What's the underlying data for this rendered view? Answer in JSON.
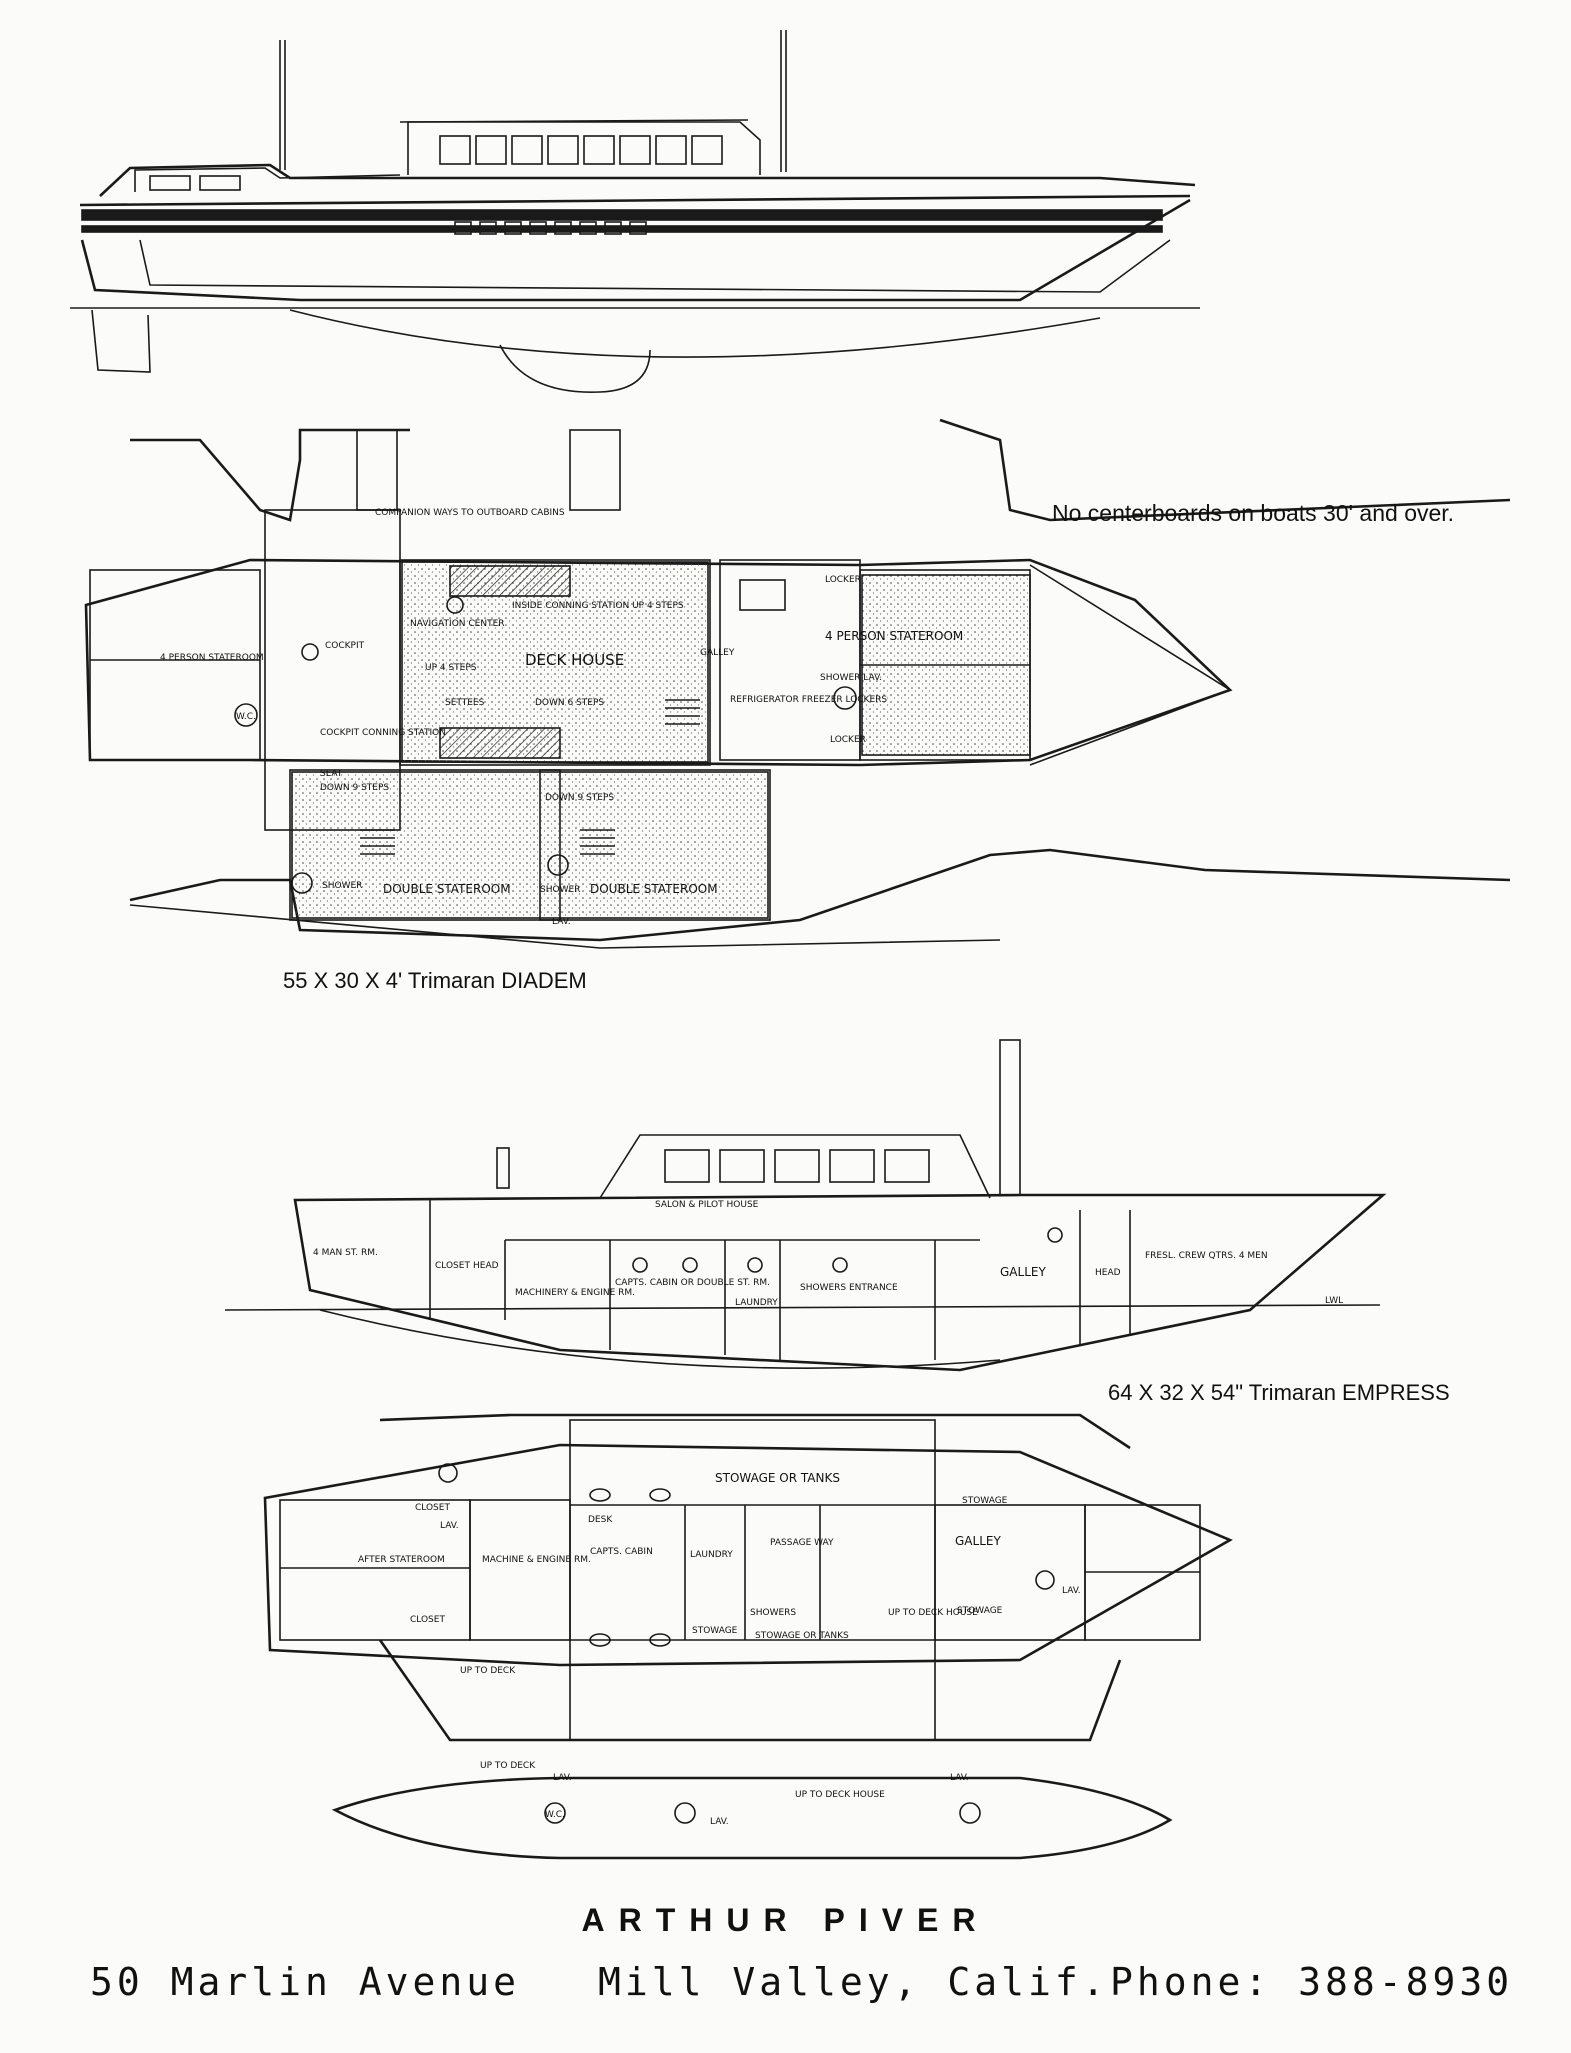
{
  "note": "No centerboards on boats 30' and over.",
  "diadem": {
    "caption": "55 X 30 X 4' Trimaran DIADEM",
    "labels": {
      "companionways": "COMPANION WAYS TO OUTBOARD CABINS",
      "person_stateroom_aft": "4 PERSON STATEROOM",
      "cockpit": "COCKPIT",
      "cockpit_conning": "COCKPIT CONNING STATION",
      "seat": "SEAT",
      "down_9_steps_aft": "DOWN 9 STEPS",
      "navigation_center": "NAVIGATION CENTER",
      "inside_conning": "INSIDE CONNING STATION UP 4 STEPS",
      "deck_house": "DECK HOUSE",
      "up_4_steps": "UP 4 STEPS",
      "settees": "SETTEES",
      "down_6_steps": "DOWN 6 STEPS",
      "galley": "GALLEY",
      "refrigerator": "REFRIGERATOR FREEZER LOCKERS",
      "locker_top": "LOCKER",
      "locker_bottom": "LOCKER",
      "person_stateroom_fwd": "4 PERSON STATEROOM",
      "shower_lav": "SHOWER LAV.",
      "down_9_steps_fwd": "DOWN 9 STEPS",
      "double_stateroom_1": "DOUBLE STATEROOM",
      "double_stateroom_2": "DOUBLE STATEROOM",
      "shower_1": "SHOWER",
      "shower_2": "SHOWER",
      "lav": "LAV.",
      "wc": "W.C."
    }
  },
  "empress": {
    "caption": "64 X 32 X 54\" Trimaran EMPRESS",
    "profile_labels": {
      "salon": "SALON & PILOT HOUSE",
      "man_st_rm": "4 MAN ST. RM.",
      "closet": "CLOSET",
      "head_aft": "HEAD",
      "machinery": "MACHINERY & ENGINE RM.",
      "capts_cabin": "CAPTS. CABIN OR DOUBLE ST. RM.",
      "laundry": "LAUNDRY",
      "showers_entrance": "SHOWERS ENTRANCE",
      "galley": "GALLEY",
      "head_fwd": "HEAD",
      "fresl": "FRESL. CREW QTRS. 4 MEN",
      "lwl": "LWL"
    },
    "plan_labels": {
      "stowage_tanks_top": "STOWAGE OR TANKS",
      "stowage_1": "STOWAGE",
      "galley": "GALLEY",
      "closet_1": "CLOSET",
      "closet_2": "CLOSET",
      "lav_1": "LAV.",
      "after_stateroom": "AFTER STATEROOM",
      "machine_engine": "MACHINE & ENGINE RM.",
      "desk": "DESK",
      "capts_cabin": "CAPTS. CABIN",
      "laundry": "LAUNDRY",
      "passage_way": "PASSAGE WAY",
      "showers": "SHOWERS",
      "stowage_tanks_bottom": "STOWAGE OR TANKS",
      "stowage_2": "STOWAGE",
      "up_to_deck_house": "UP TO DECK HOUSE",
      "stowage_3": "STOWAGE",
      "lav_2": "LAV.",
      "up_to_deck_1": "UP TO DECK",
      "up_to_deck_2": "UP TO DECK",
      "up_to_deck_house_2": "UP TO DECK HOUSE",
      "lav_3": "LAV.",
      "lav_4": "LAV.",
      "lav_5": "LAV.",
      "wc": "W.C."
    }
  },
  "footer": {
    "name": "ARTHUR PIVER",
    "address": "50 Marlin Avenue",
    "city": "Mill Valley, Calif.",
    "phone": "Phone: 388-8930"
  }
}
